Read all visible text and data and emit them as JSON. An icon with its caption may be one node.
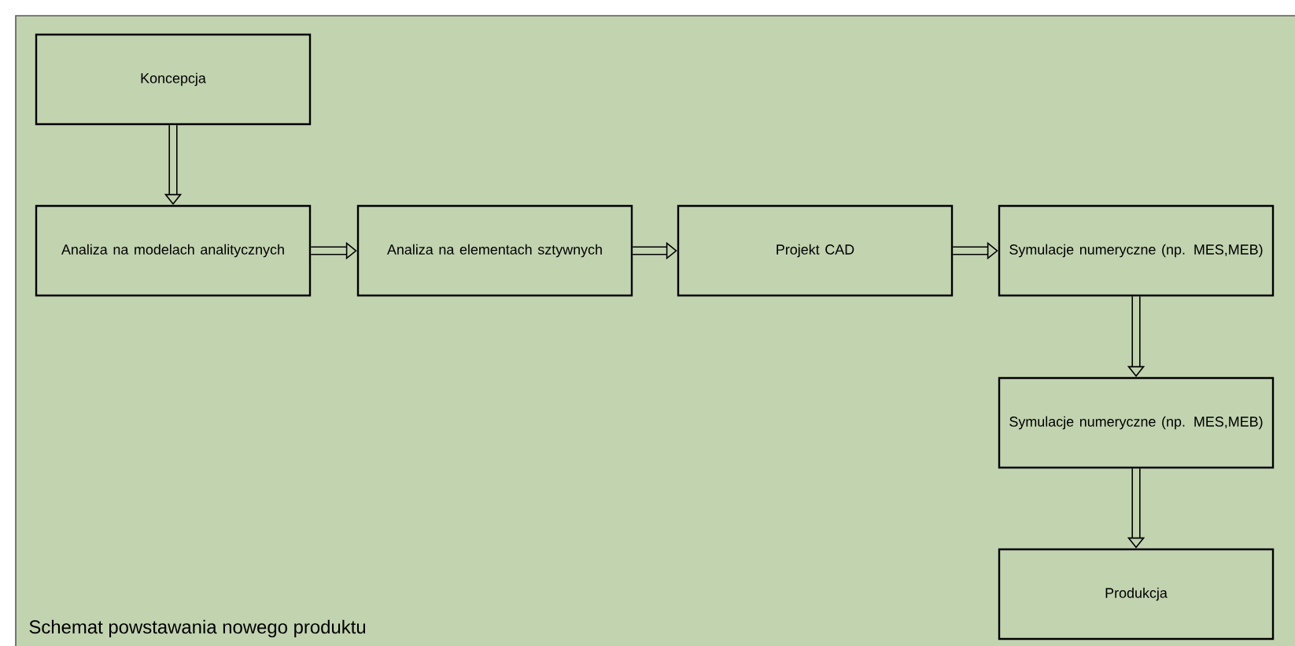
{
  "diagram": {
    "caption": "Schemat powstawania nowego produktu",
    "nodes": [
      {
        "text": [
          "Koncepcja"
        ]
      },
      {
        "text": [
          "Analiza na modelach analitycznych"
        ]
      },
      {
        "text": [
          "Analiza na elementach sztywnych"
        ]
      },
      {
        "text": [
          "Projekt CAD"
        ]
      },
      {
        "text": [
          "Symulacje numeryczne (np. MES,MEB)"
        ]
      },
      {
        "text": [
          "Symulacje numeryczne (np. MES,MEB)"
        ]
      },
      {
        "text": [
          "Produkcja"
        ]
      }
    ],
    "edges": [
      {
        "from": 0,
        "to": 1,
        "arrow": "to"
      },
      {
        "from": 1,
        "to": 2,
        "arrow": "to"
      },
      {
        "from": 2,
        "to": 3,
        "arrow": "to"
      },
      {
        "from": 3,
        "to": 4,
        "arrow": "to"
      },
      {
        "from": 4,
        "to": 5,
        "arrow": "to"
      },
      {
        "from": 5,
        "to": 6,
        "arrow": "to"
      }
    ]
  }
}
